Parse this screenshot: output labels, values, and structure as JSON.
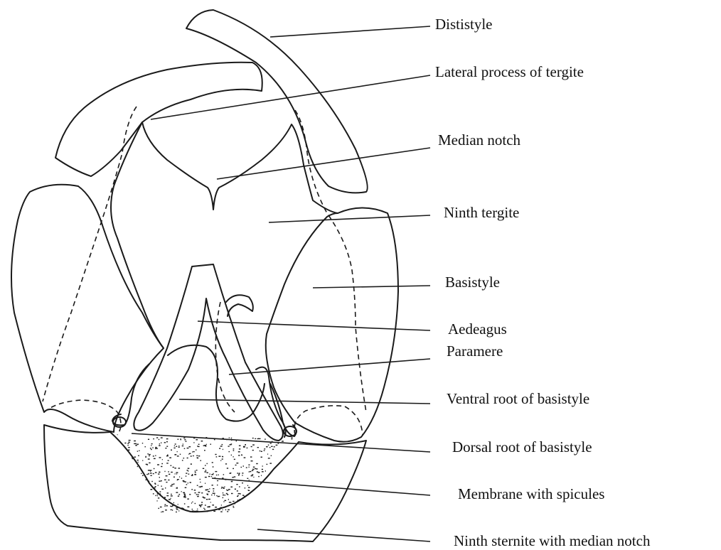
{
  "labels": [
    {
      "id": "dististyle",
      "text": "Dististyle"
    },
    {
      "id": "lateral-process",
      "text": "Lateral process of tergite"
    },
    {
      "id": "median-notch",
      "text": "Median notch"
    },
    {
      "id": "ninth-tergite",
      "text": "Ninth tergite"
    },
    {
      "id": "basistyle",
      "text": "Basistyle"
    },
    {
      "id": "aedeagus",
      "text": "Aedeagus"
    },
    {
      "id": "paramere",
      "text": "Paramere"
    },
    {
      "id": "ventral-root",
      "text": "Ventral root of basistyle"
    },
    {
      "id": "dorsal-root",
      "text": "Dorsal root of basistyle"
    },
    {
      "id": "membrane",
      "text": "Membrane with spicules"
    },
    {
      "id": "ninth-sternite",
      "text": "Ninth sternite with median notch"
    }
  ]
}
